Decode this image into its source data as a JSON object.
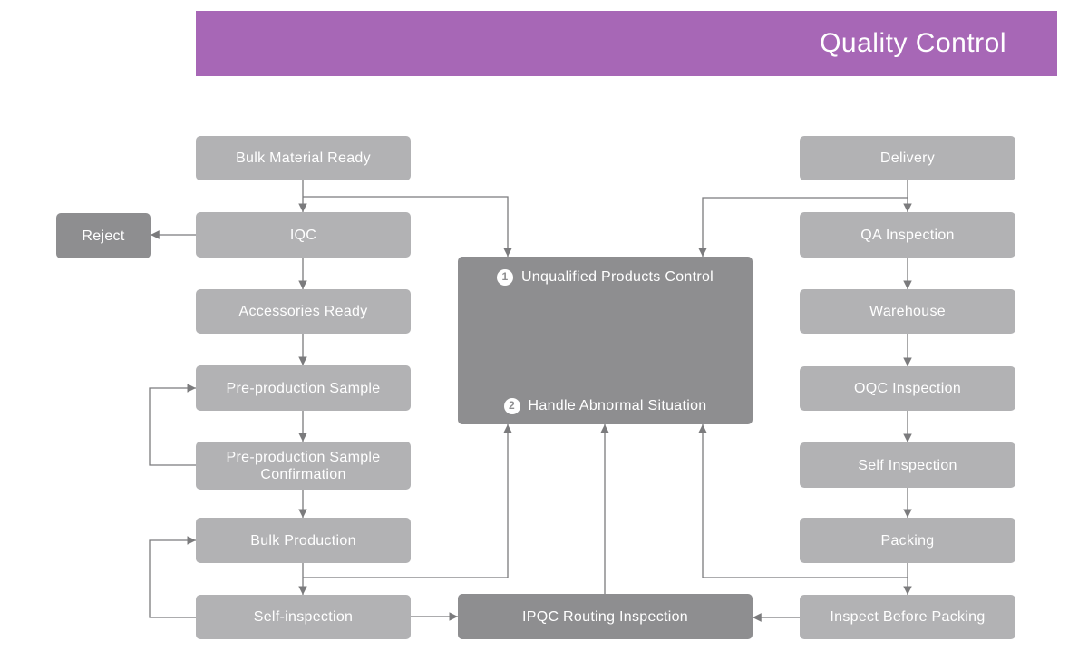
{
  "header": {
    "title": "Quality Control"
  },
  "colors": {
    "header_bg": "#a767b6",
    "box_light": "#b2b2b4",
    "box_dark": "#8e8e90",
    "line": "#7b7b7d",
    "box_text": "#ffffff",
    "page_bg": "#ffffff"
  },
  "nodes": {
    "bulk_material_ready": "Bulk Material Ready",
    "iqc": "IQC",
    "accessories_ready": "Accessories Ready",
    "pre_production_sample": "Pre-production Sample",
    "pre_production_sample_confirmation": "Pre-production Sample Confirmation",
    "bulk_production": "Bulk Production",
    "self_inspection": "Self-inspection",
    "reject": "Reject",
    "ipqc_routing_inspection": "IPQC Routing Inspection",
    "delivery": "Delivery",
    "qa_inspection": "QA Inspection",
    "warehouse": "Warehouse",
    "oqc_inspection": "OQC Inspection",
    "self_inspection_right": "Self Inspection",
    "packing": "Packing",
    "inspect_before_packing": "Inspect Before Packing"
  },
  "center": {
    "num1": "1",
    "item1": "Unqualified Products Control",
    "num2": "2",
    "item2": "Handle Abnormal Situation"
  }
}
